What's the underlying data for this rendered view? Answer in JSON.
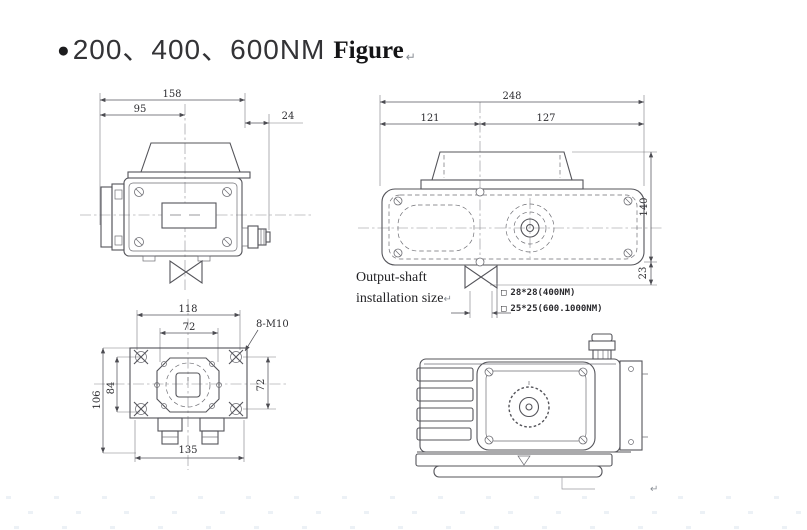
{
  "title": {
    "bullet": "●",
    "text": "200、400、600NM",
    "suffix": "Figure",
    "return_mark": "↵"
  },
  "output_shaft_note": {
    "line1": "Output-shaft",
    "line2": "installation size",
    "return_mark": "↵",
    "options": [
      {
        "box": "□",
        "label": "28*28(400NM)"
      },
      {
        "box": "□",
        "label": "25*25(600.1000NM)"
      }
    ]
  },
  "dimensions": {
    "side_view": {
      "total_width": "158",
      "center_offset": "95",
      "gland_offset": "24"
    },
    "top_view": {
      "total_length": "248",
      "left_half": "121",
      "right_half": "127",
      "body_height": "140",
      "base_height": "23"
    },
    "bottom_view": {
      "outer_bolt_span": "118",
      "inner_bolt_span": "72",
      "mounting_thread": "8-M10",
      "total_height": "106",
      "bolt_height": "84",
      "side_bolt_span": "72",
      "foot_width": "135"
    }
  },
  "colors": {
    "line": "#54545a",
    "dim_text": "#2e2e32",
    "faint_guide": "#dde6ef"
  }
}
